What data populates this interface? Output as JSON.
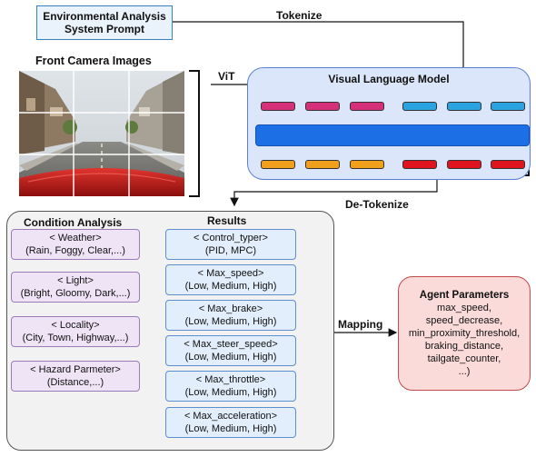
{
  "prompt_box": {
    "line1": "Environmental Analysis",
    "line2": "System Prompt"
  },
  "labels": {
    "tokenize": "Tokenize",
    "vit": "ViT",
    "de_tokenize": "De-Tokenize",
    "mapping": "Mapping",
    "camera_title": "Front Camera Images"
  },
  "vlm": {
    "title": "Visual Language Model"
  },
  "condition_analysis": {
    "title": "Condition Analysis",
    "items": [
      {
        "name": "< Weather>",
        "values": "(Rain, Foggy, Clear,...)"
      },
      {
        "name": "< Light>",
        "values": "(Bright, Gloomy, Dark,...)"
      },
      {
        "name": "< Locality>",
        "values": "(City, Town, Highway,...)"
      },
      {
        "name": "< Hazard Parmeter>",
        "values": "(Distance,...)"
      }
    ]
  },
  "results": {
    "title": "Results",
    "items": [
      {
        "name": "< Control_typer>",
        "values": "(PID, MPC)"
      },
      {
        "name": "< Max_speed>",
        "values": "(Low, Medium, High)"
      },
      {
        "name": "< Max_brake>",
        "values": "(Low, Medium, High)"
      },
      {
        "name": "< Max_steer_speed>",
        "values": "(Low, Medium, High)"
      },
      {
        "name": "< Max_throttle>",
        "values": "(Low, Medium, High)"
      },
      {
        "name": "< Max_acceleration>",
        "values": "(Low, Medium, High)"
      }
    ]
  },
  "agent_parameters": {
    "title": "Agent Parameters",
    "lines": [
      "max_speed,",
      "speed_decrease,",
      "min_proximity_threshold,",
      "braking_distance,",
      "tailgate_counter,",
      "...)"
    ]
  },
  "colors": {
    "input_tokens": "#d6307a",
    "text_tokens": "#2aa3e0",
    "model_bar": "#1d6fe6",
    "output_left": "#f0a01a",
    "output_right": "#e0141e"
  }
}
